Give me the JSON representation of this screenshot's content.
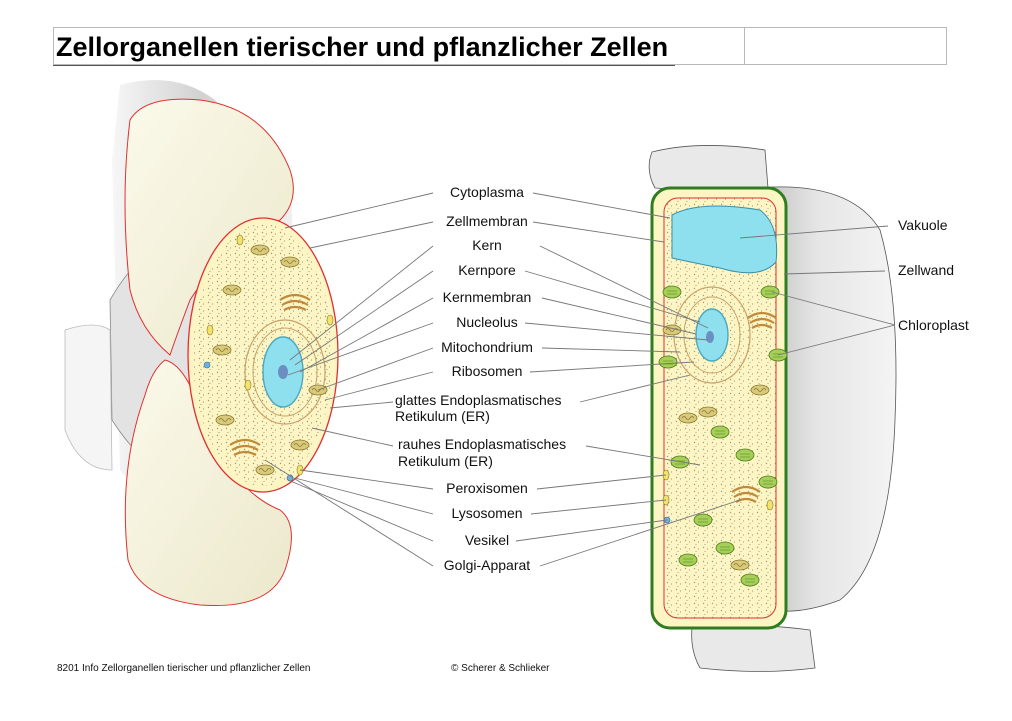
{
  "title": "Zellorganellen tierischer und pflanzlicher Zellen",
  "labels": {
    "cytoplasma": "Cytoplasma",
    "zellmembran": "Zellmembran",
    "kern": "Kern",
    "kernpore": "Kernpore",
    "kernmembran": "Kernmembran",
    "nucleolus": "Nucleolus",
    "mitochondrium": "Mitochondrium",
    "ribosomen": "Ribosomen",
    "glattes_er_1": "glattes Endoplasmatisches",
    "glattes_er_2": "Retikulum (ER)",
    "rauhes_er_1": "rauhes Endoplasmatisches",
    "rauhes_er_2": "Retikulum (ER)",
    "peroxisomen": "Peroxisomen",
    "lysosomen": "Lysosomen",
    "vesikel": "Vesikel",
    "golgi": "Golgi-Apparat",
    "vakuole": "Vakuole",
    "zellwand": "Zellwand",
    "chloroplast": "Chloroplast"
  },
  "footer": {
    "left": "8201 Info Zellorganellen tierischer und pflanzlicher Zellen",
    "right": "© Scherer & Schlieker"
  },
  "colors": {
    "cytoplasm": "#fdf6c4",
    "membrane": "#e03030",
    "nucleus": "#8fe0ef",
    "cell_wall": "#2f7d1f",
    "chloroplast": "#9cc94e",
    "golgi": "#e8c07a"
  }
}
